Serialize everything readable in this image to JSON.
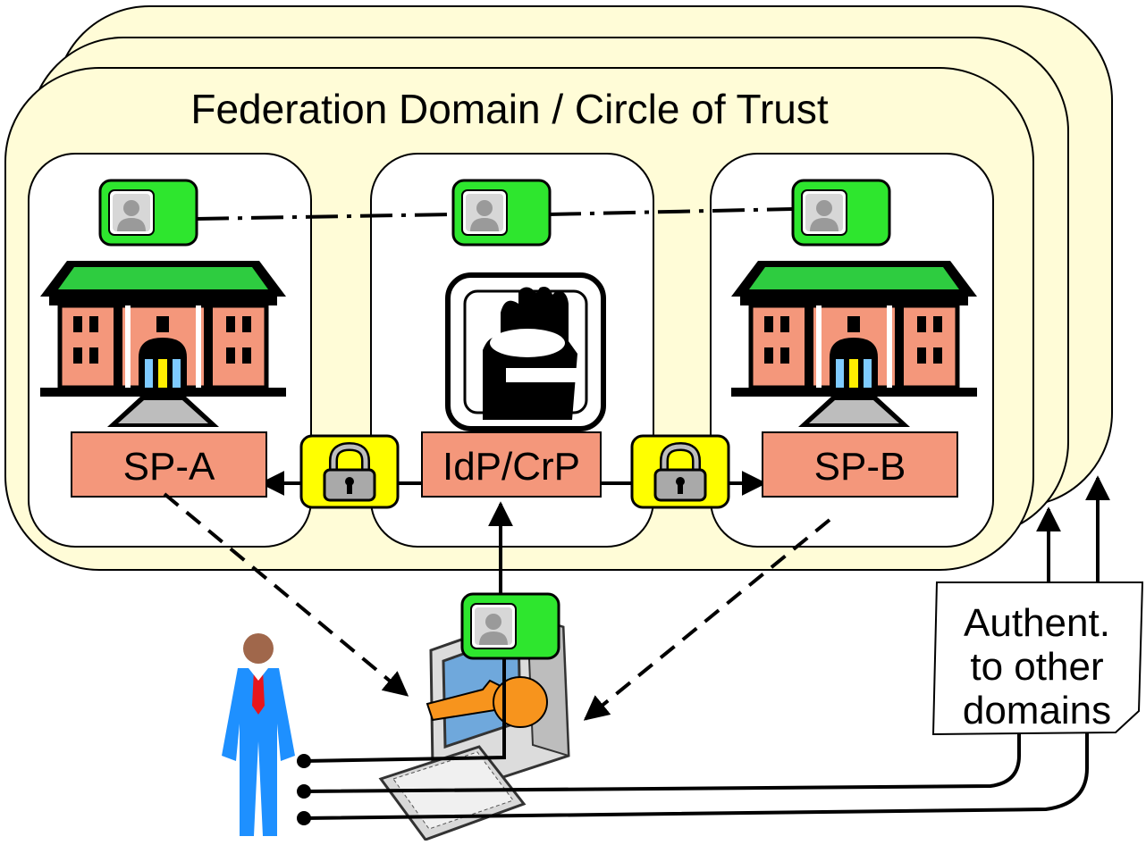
{
  "diagram": {
    "title": "Federation Domain / Circle of Trust",
    "nodes": {
      "sp_a": "SP-A",
      "idp": "IdP/CrP",
      "sp_b": "SP-B"
    },
    "note": {
      "line1": "Authent.",
      "line2": "to other",
      "line3": "domains"
    }
  },
  "colors": {
    "domain_fill": "#fffcd7",
    "panel_fill": "#ffffff",
    "node_fill": "#f4977b",
    "credential_fill": "#2ee62e",
    "lock_badge_fill": "#ffff00",
    "building_wall": "#f4977b",
    "building_roof": "#2ecc40",
    "key_fill": "#f7941d",
    "suit_fill": "#1e90ff",
    "tie_fill": "#e8151b"
  },
  "icons": {
    "credential": "user-credential-icon",
    "lock": "padlock-icon",
    "building": "building-icon",
    "hand_card": "hand-card-icon",
    "computer": "computer-icon",
    "key": "key-icon",
    "person": "person-icon"
  }
}
